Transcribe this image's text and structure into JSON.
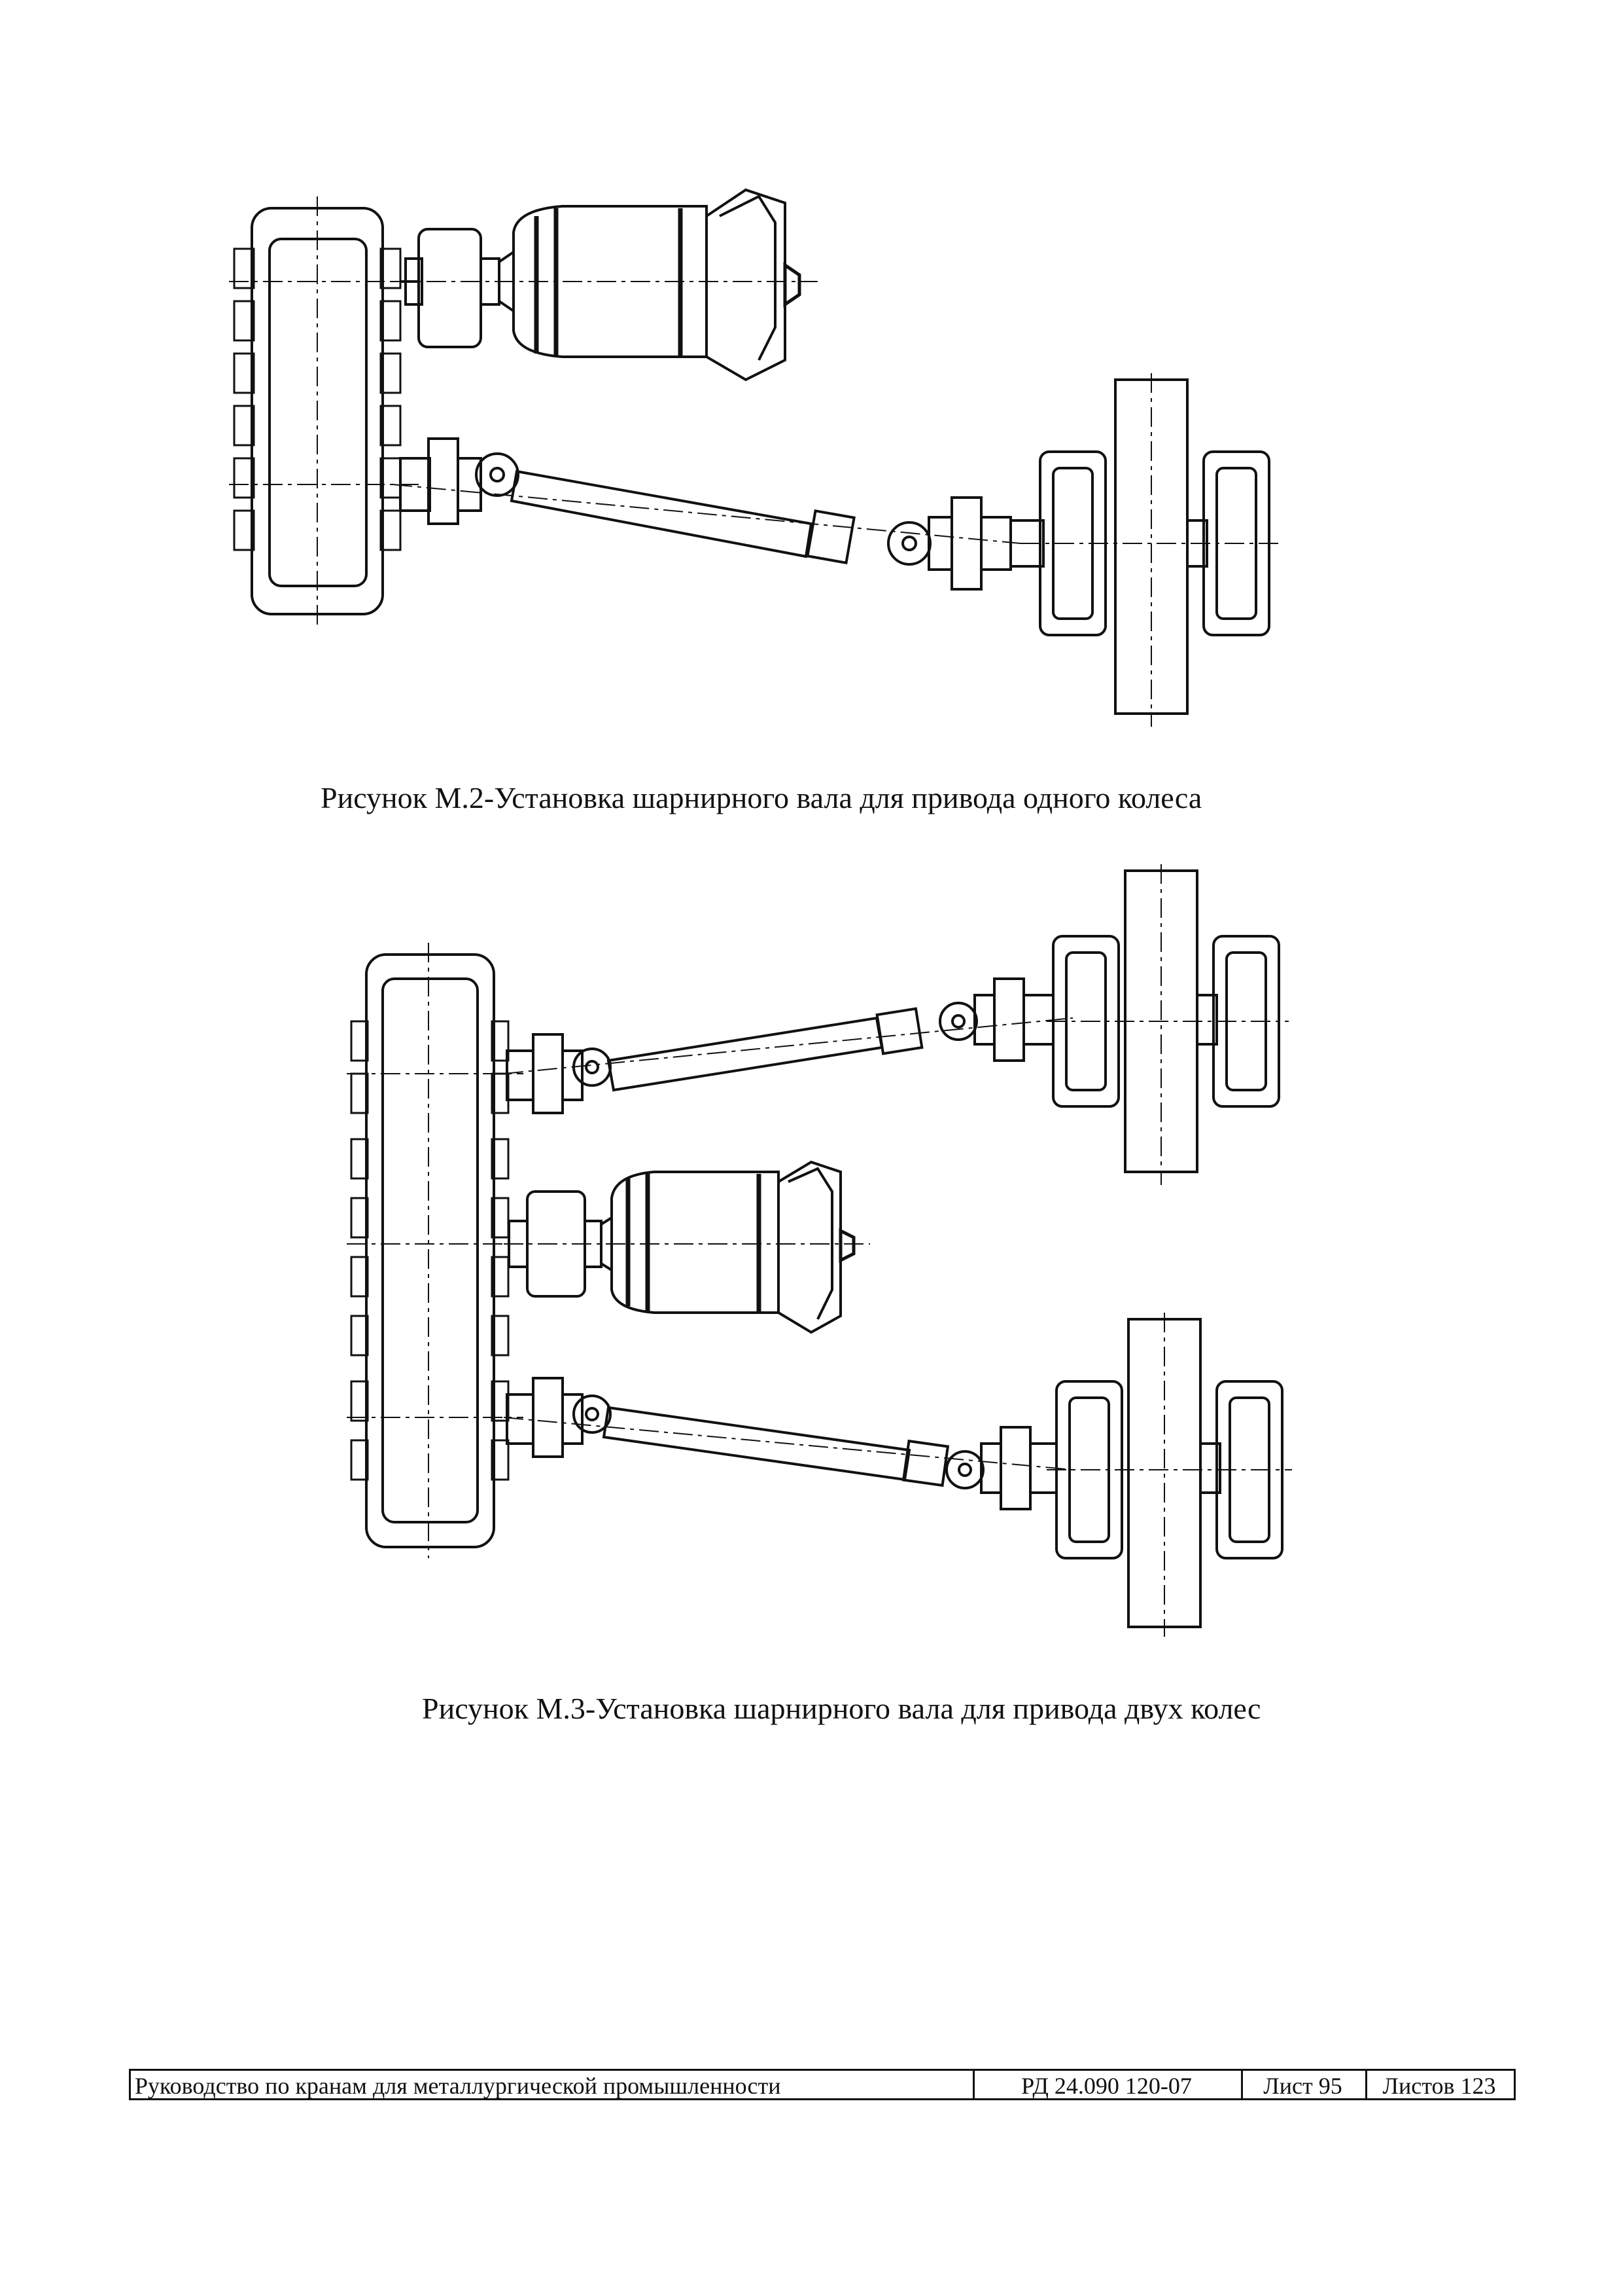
{
  "figures": [
    {
      "caption": "Рисунок М.2-Установка шарнирного вала для привода одного колеса"
    },
    {
      "caption": "Рисунок М.3-Установка шарнирного вала для привода двух колес"
    }
  ],
  "footer": {
    "title": "Руководство по кранам для металлургической промышленности",
    "doc_number": "РД 24.090 120-07",
    "sheet": "Лист 95",
    "sheets_total": "Листов 123"
  }
}
